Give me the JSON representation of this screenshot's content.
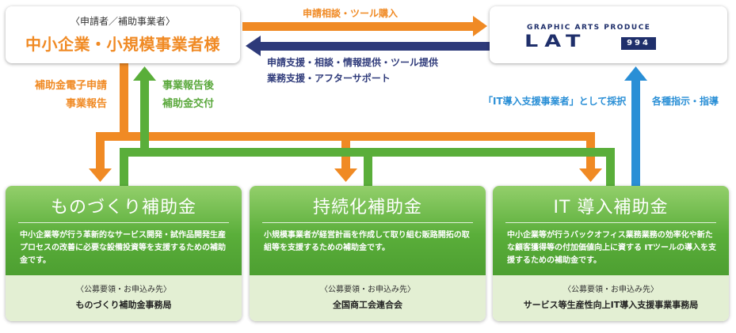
{
  "client": {
    "subtitle": "〈申請者／補助事業者〉",
    "name": "中小企業・小規模事業者様"
  },
  "provider": {
    "logo_top": "GRAPHIC ARTS PRODUCE",
    "logo_main": "LAT",
    "logo_tag": "994"
  },
  "arrows": {
    "request_top": "申請相談・ツール購入",
    "support_line1": "申請支援・相談・情報提供・ツール提供",
    "support_line2": "業務支援・アフターサポート",
    "apply_line1": "補助金電子申請",
    "apply_line2": "事業報告",
    "grant_line1": "事業報告後",
    "grant_line2": "補助金交付",
    "adopted": "「IT導入支援事業者」として採択",
    "instructions": "各種指示・指導"
  },
  "cards": [
    {
      "title": "ものづくり補助金",
      "description": "中小企業等が行う革新的なサービス開発・試作品開発生産プロセスの改善に必要な設備投資等を支援するための補助金です。",
      "contact_label": "〈公募要領・お申込み先〉",
      "contact_name": "ものづくり補助金事務局"
    },
    {
      "title": "持続化補助金",
      "description": "小規模事業者が経営計画を作成して取り組む販路開拓の取組等を支援するための補助金です。",
      "contact_label": "〈公募要領・お申込み先〉",
      "contact_name": "全国商工会連合会"
    },
    {
      "title": "IT 導入補助金",
      "description": "中小企業等が行うバックオフィス業務業務の効率化や新たな顧客獲得等の付加価値向上に資する ITツールの導入を支援するための補助金です。",
      "contact_label": "〈公募要領・お申込み先〉",
      "contact_name": "サービス等生産性向上IT導入支援事業事務局"
    }
  ],
  "colors": {
    "orange": "#f08a24",
    "green": "#5aae3a",
    "navy": "#2e3a7a",
    "blue": "#2a8fd6",
    "card_bottom": "#e3efd3"
  }
}
